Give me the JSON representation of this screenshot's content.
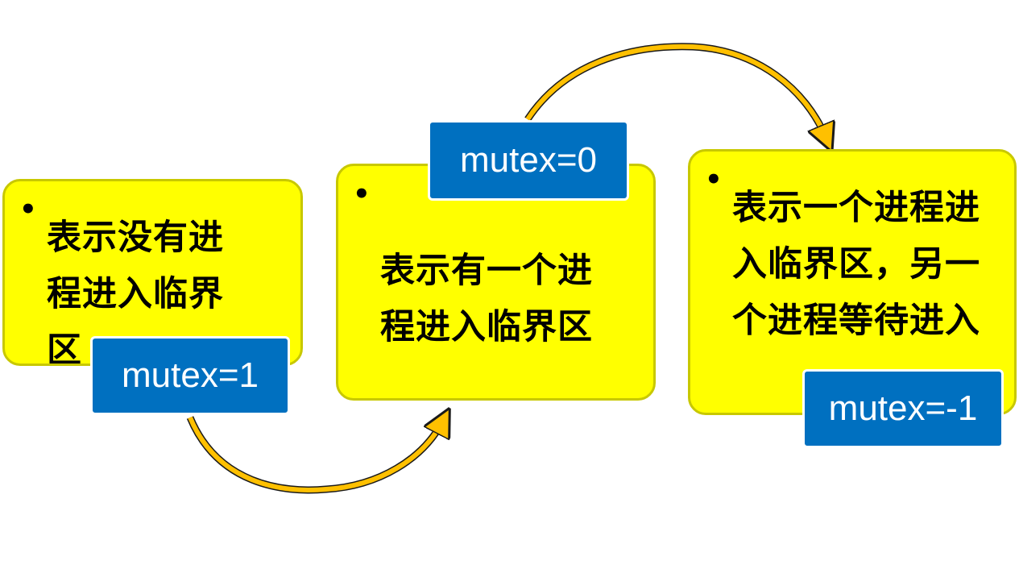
{
  "states": [
    {
      "text": "表示没有进程进入临界区",
      "mutex_label": "mutex=1"
    },
    {
      "text": "表示有一个进程进入临界区",
      "mutex_label": "mutex=0"
    },
    {
      "text": "表示一个进程进入临界区，另一个进程等待进入",
      "mutex_label": "mutex=-1"
    }
  ],
  "bullet_char": "•",
  "colors": {
    "box_fill": "#ffff00",
    "box_border": "#c8c800",
    "label_fill": "#0070c0",
    "arrow_fill": "#ffc000"
  },
  "arrows": [
    {
      "from": "mutex=1",
      "to": "mutex=0"
    },
    {
      "from": "mutex=0",
      "to": "mutex=-1"
    }
  ]
}
